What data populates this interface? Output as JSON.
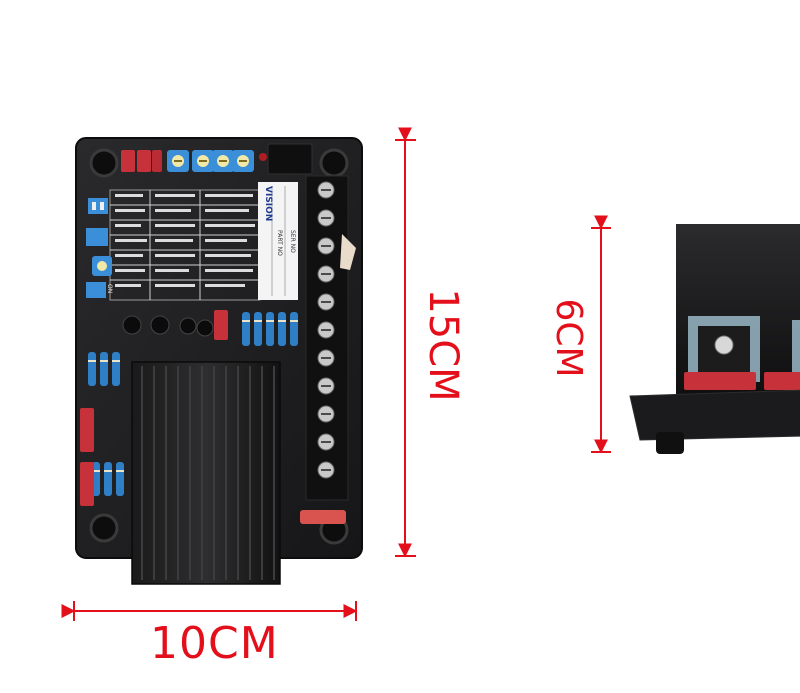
{
  "dimensions": {
    "width_label": "10CM",
    "height_label": "15CM",
    "depth_label": "6CM"
  },
  "board": {
    "brand_text": "VISION",
    "part_no_text": "PART NO",
    "ser_no_text": "SER NO",
    "switch_on_text": "ON"
  },
  "colors": {
    "dimension_red": "#e3101c",
    "board_black": "#1b1b1d",
    "capacitor_red": "#c7323a",
    "potentiometer_blue": "#3a8fd8"
  }
}
